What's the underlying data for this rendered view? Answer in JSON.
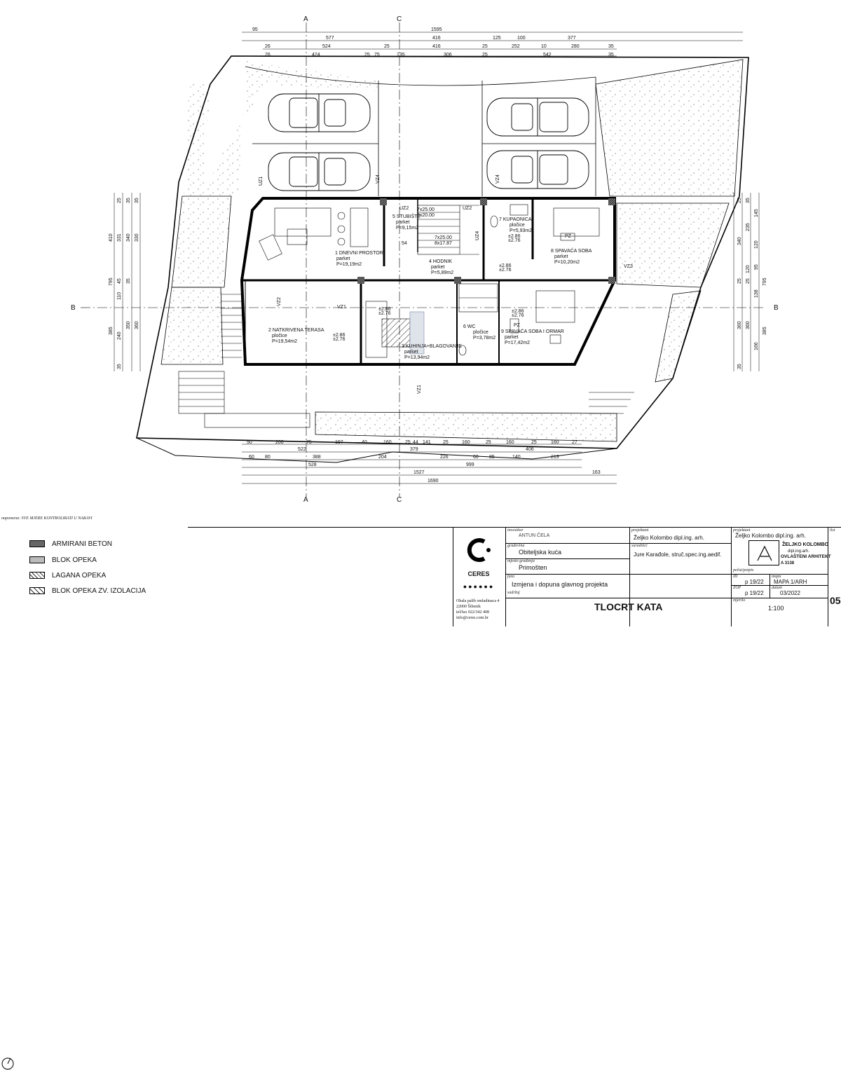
{
  "dims_top": {
    "row1": [
      "95",
      "1595"
    ],
    "row2": [
      "577",
      "416",
      "125",
      "100",
      "377"
    ],
    "row3": [
      "26",
      "524",
      "25",
      "416",
      "25",
      "252",
      "10",
      "280",
      "35"
    ],
    "row4": [
      "26",
      "424",
      "25",
      "75",
      "135",
      "306",
      "25",
      "542",
      "35"
    ]
  },
  "dims_bottom": {
    "row1": [
      "50",
      "200",
      "75",
      "197",
      "40",
      "160",
      "25",
      "44",
      "141",
      "25",
      "160",
      "25",
      "160",
      "25",
      "160",
      "27"
    ],
    "row2": [
      "522",
      "379",
      "406"
    ],
    "row3": [
      "60",
      "80",
      "388",
      "204",
      "226",
      "60",
      "85",
      "140",
      "219"
    ],
    "row4": [
      "528",
      "999"
    ],
    "row5": [
      "1527",
      "163"
    ],
    "row6": [
      "1690"
    ]
  },
  "dims_left": [
    "410",
    "795",
    "385",
    "331",
    "340",
    "330",
    "110",
    "350",
    "360",
    "240",
    "25",
    "35",
    "35",
    "45",
    "35",
    "35"
  ],
  "dims_right": [
    "340",
    "795",
    "385",
    "145",
    "235",
    "120",
    "120",
    "95",
    "138",
    "360",
    "166",
    "360",
    "25",
    "35",
    "25",
    "25",
    "35"
  ],
  "axes": {
    "a": "A",
    "c": "C",
    "b": "B"
  },
  "rooms": [
    {
      "name": "1 DNEVNI PROSTOR",
      "floor": "parket",
      "area": "P=19,19m2"
    },
    {
      "name": "2 NATKRIVENA TERASA",
      "floor": "pločice",
      "area": "P=19,54m2"
    },
    {
      "name": "3 KUHINJA+BLAGOVANJE",
      "floor": "parket",
      "area": "P=13,94m2"
    },
    {
      "name": "4 HODNIK",
      "floor": "parket",
      "area": "P=5,89m2"
    },
    {
      "name": "5 STUBIŠTE",
      "floor": "parket",
      "area": "P=9,15m2"
    },
    {
      "name": "6 WC",
      "floor": "pločice",
      "area": "P=3,78m2"
    },
    {
      "name": "7 KUPAONICA",
      "floor": "pločice",
      "area": "P=5,93m2"
    },
    {
      "name": "8 SPAVAĆA SOBA",
      "floor": "parket",
      "area": "P=10,20m2"
    },
    {
      "name": "9 SPAVAĆA SOBA I ORMAR",
      "floor": "parket",
      "area": "P=17,42m2"
    }
  ],
  "levels": [
    "±2.86",
    "±2.76"
  ],
  "stairs": {
    "a": "7x25.00",
    "b": "8x20.00",
    "c": "7x25.00",
    "d": "8x17.87",
    "n": "54"
  },
  "window_tags": [
    "UZ2",
    "VZ4",
    "VZ4",
    "VZ2",
    "UZ4",
    "VZ1",
    "VZ3",
    "UZ2",
    "PZ",
    "PZ",
    "VZ1",
    "UZ1"
  ],
  "note": "napomena: SVE MJERE KONTROLIRATI U NARAVI",
  "legend": [
    {
      "label": "ARMIRANI BETON"
    },
    {
      "label": "BLOK OPEKA"
    },
    {
      "label": "LAGANA OPEKA"
    },
    {
      "label": "BLOK OPEKA ZV. IZOLACIJA"
    }
  ],
  "company": {
    "name": "CERES",
    "address1": "Obala palih omladinaca 4",
    "address2": "22000 Šibenik",
    "phone": "tel/fax 022/342 408",
    "email": "info@ceres.com.hr"
  },
  "titleblock": {
    "investitor_label": "investitor",
    "investitor_value": "ANTUN ČELA",
    "gradevina_label": "građevina",
    "gradevina_value": "Obiteljska kuća",
    "mjesto_label": "mjesto građenja",
    "mjesto_value": "Primošten",
    "faza_label": "faza",
    "faza_value": "Izmjena i dopuna glavnog projekta",
    "sadrzaj_label": "sadržaj",
    "sadrzaj_value": "TLOCRT KATA",
    "mjerilo_label": "mjerilo",
    "mjerilo_value": "1:100",
    "projektant_label": "projektant",
    "projektant_value": "Željko Kolombo dipl.ing. arh.",
    "suradnici_label": "suradnici",
    "suradnici_value": "Jure Karađole, struč.spec.ing.aedif.",
    "projektant2_label": "projektant",
    "projektant2_value": "Željko Kolombo dipl.ing. arh.",
    "pecat_label": "pečat/potpis",
    "stamp_line1": "ŽELJKO KOLOMBO",
    "stamp_line2": "dipl.ing.arh.",
    "stamp_line3": "OVLAŠTENI ARHITEKT",
    "stamp_line4": "A 3138",
    "id_label": "ID",
    "id_value": "p 19/22",
    "zop_label": "ZOP",
    "zop_value": "p 19/22",
    "mapa_label": "mapa",
    "mapa_value": "MAPA 1/ARH",
    "datum_label": "datum",
    "datum_value": "03/2022",
    "list_label": "list",
    "list_value": "05"
  }
}
